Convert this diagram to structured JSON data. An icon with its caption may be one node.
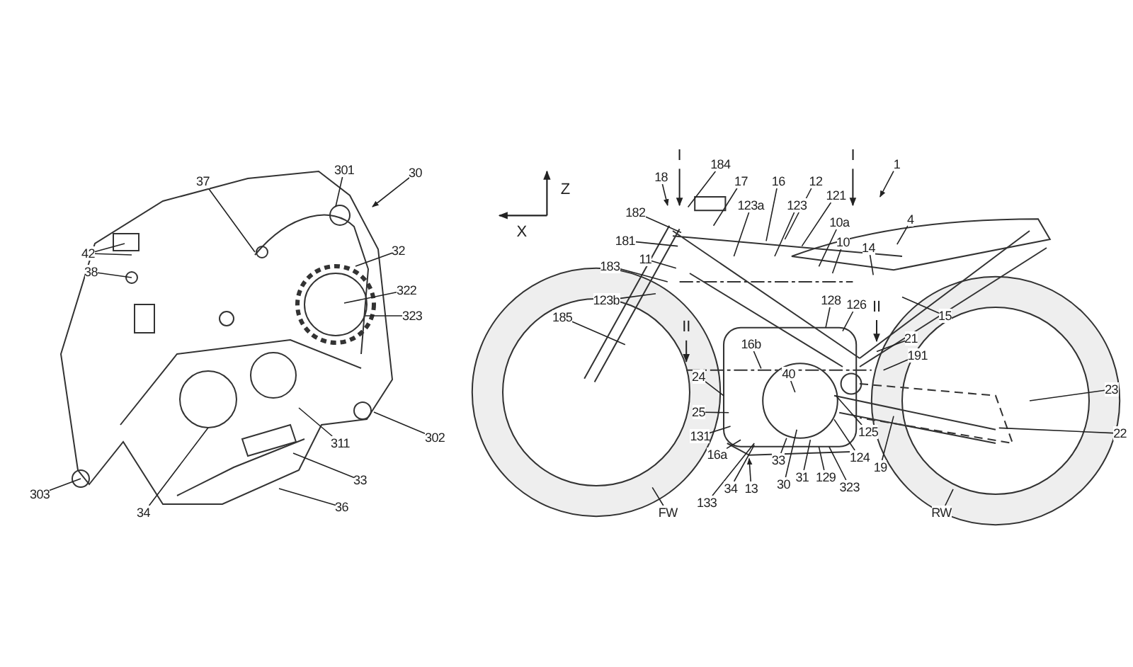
{
  "diagram": {
    "nodes": [
      {
        "text": [
          "37"
        ]
      },
      {
        "text": [
          "301"
        ]
      },
      {
        "text": [
          "30"
        ]
      },
      {
        "text": [
          "42"
        ]
      },
      {
        "text": [
          "38"
        ]
      },
      {
        "text": [
          "32"
        ]
      },
      {
        "text": [
          "322"
        ]
      },
      {
        "text": [
          "323"
        ]
      },
      {
        "text": [
          "302"
        ]
      },
      {
        "text": [
          "311"
        ]
      },
      {
        "text": [
          "33"
        ]
      },
      {
        "text": [
          "36"
        ]
      },
      {
        "text": [
          "303"
        ]
      },
      {
        "text": [
          "34"
        ]
      },
      {
        "text": [
          "184"
        ]
      },
      {
        "text": [
          "18"
        ]
      },
      {
        "text": [
          "17"
        ]
      },
      {
        "text": [
          "16"
        ]
      },
      {
        "text": [
          "12"
        ]
      },
      {
        "text": [
          "1"
        ]
      },
      {
        "text": [
          "121"
        ]
      },
      {
        "text": [
          "123a"
        ]
      },
      {
        "text": [
          "123"
        ]
      },
      {
        "text": [
          "182"
        ]
      },
      {
        "text": [
          "4"
        ]
      },
      {
        "text": [
          "10a"
        ]
      },
      {
        "text": [
          "10"
        ]
      },
      {
        "text": [
          "181"
        ]
      },
      {
        "text": [
          "14"
        ]
      },
      {
        "text": [
          "11"
        ]
      },
      {
        "text": [
          "183"
        ]
      },
      {
        "text": [
          "123b"
        ]
      },
      {
        "text": [
          "128"
        ]
      },
      {
        "text": [
          "126"
        ]
      },
      {
        "text": [
          "15"
        ]
      },
      {
        "text": [
          "185"
        ]
      },
      {
        "text": [
          "21"
        ]
      },
      {
        "text": [
          "16b"
        ]
      },
      {
        "text": [
          "191"
        ]
      },
      {
        "text": [
          "40"
        ]
      },
      {
        "text": [
          "24"
        ]
      },
      {
        "text": [
          "23"
        ]
      },
      {
        "text": [
          "25"
        ]
      },
      {
        "text": [
          "125"
        ]
      },
      {
        "text": [
          "22"
        ]
      },
      {
        "text": [
          "131"
        ]
      },
      {
        "text": [
          "16a"
        ]
      },
      {
        "text": [
          "124"
        ]
      },
      {
        "text": [
          "19"
        ]
      },
      {
        "text": [
          "33"
        ]
      },
      {
        "text": [
          "31"
        ]
      },
      {
        "text": [
          "129"
        ]
      },
      {
        "text": [
          "30"
        ]
      },
      {
        "text": [
          "323"
        ]
      },
      {
        "text": [
          "34"
        ]
      },
      {
        "text": [
          "13"
        ]
      },
      {
        "text": [
          "133"
        ]
      },
      {
        "text": [
          "FW"
        ]
      },
      {
        "text": [
          "RW"
        ]
      }
    ],
    "edges": [
      {
        "from": 0,
        "to": null,
        "arrow": "none"
      },
      {
        "from": 1,
        "to": null,
        "arrow": "none"
      },
      {
        "from": 2,
        "to": null,
        "arrow": "to"
      },
      {
        "from": 3,
        "to": null,
        "arrow": "none"
      },
      {
        "from": 3,
        "to": null,
        "arrow": "none"
      },
      {
        "from": 4,
        "to": null,
        "arrow": "none"
      },
      {
        "from": 5,
        "to": null,
        "arrow": "none"
      },
      {
        "from": 6,
        "to": null,
        "arrow": "none"
      },
      {
        "from": 7,
        "to": null,
        "arrow": "none"
      },
      {
        "from": 8,
        "to": null,
        "arrow": "none"
      },
      {
        "from": 9,
        "to": null,
        "arrow": "none"
      },
      {
        "from": 10,
        "to": null,
        "arrow": "none"
      },
      {
        "from": 11,
        "to": null,
        "arrow": "none"
      },
      {
        "from": 12,
        "to": null,
        "arrow": "none"
      },
      {
        "from": 13,
        "to": null,
        "arrow": "none"
      },
      {
        "from": 14,
        "to": null,
        "arrow": "none"
      },
      {
        "from": 15,
        "to": null,
        "arrow": "to"
      },
      {
        "from": 16,
        "to": null,
        "arrow": "none"
      },
      {
        "from": 17,
        "to": null,
        "arrow": "none"
      },
      {
        "from": 18,
        "to": null,
        "arrow": "none"
      },
      {
        "from": 19,
        "to": null,
        "arrow": "to"
      },
      {
        "from": 20,
        "to": null,
        "arrow": "none"
      },
      {
        "from": 21,
        "to": null,
        "arrow": "none"
      },
      {
        "from": 22,
        "to": null,
        "arrow": "none"
      },
      {
        "from": 23,
        "to": null,
        "arrow": "none"
      },
      {
        "from": 24,
        "to": null,
        "arrow": "none"
      },
      {
        "from": 25,
        "to": null,
        "arrow": "none"
      },
      {
        "from": 26,
        "to": null,
        "arrow": "none"
      },
      {
        "from": 27,
        "to": null,
        "arrow": "none"
      },
      {
        "from": 28,
        "to": null,
        "arrow": "none"
      },
      {
        "from": 29,
        "to": null,
        "arrow": "none"
      },
      {
        "from": 30,
        "to": null,
        "arrow": "none"
      },
      {
        "from": 31,
        "to": null,
        "arrow": "none"
      },
      {
        "from": 32,
        "to": null,
        "arrow": "none"
      },
      {
        "from": 33,
        "to": null,
        "arrow": "none"
      },
      {
        "from": 34,
        "to": null,
        "arrow": "none"
      },
      {
        "from": 35,
        "to": null,
        "arrow": "none"
      },
      {
        "from": 36,
        "to": null,
        "arrow": "none"
      },
      {
        "from": 37,
        "to": null,
        "arrow": "none"
      },
      {
        "from": 38,
        "to": null,
        "arrow": "none"
      },
      {
        "from": 39,
        "to": null,
        "arrow": "none"
      },
      {
        "from": 40,
        "to": null,
        "arrow": "none"
      },
      {
        "from": 41,
        "to": null,
        "arrow": "none"
      },
      {
        "from": 42,
        "to": null,
        "arrow": "none"
      },
      {
        "from": 43,
        "to": null,
        "arrow": "none"
      },
      {
        "from": 44,
        "to": null,
        "arrow": "none"
      },
      {
        "from": 45,
        "to": null,
        "arrow": "none"
      },
      {
        "from": 46,
        "to": null,
        "arrow": "none"
      },
      {
        "from": 47,
        "to": null,
        "arrow": "none"
      },
      {
        "from": 48,
        "to": null,
        "arrow": "none"
      },
      {
        "from": 49,
        "to": null,
        "arrow": "none"
      },
      {
        "from": 50,
        "to": null,
        "arrow": "none"
      },
      {
        "from": 51,
        "to": null,
        "arrow": "none"
      },
      {
        "from": 52,
        "to": null,
        "arrow": "none"
      },
      {
        "from": 53,
        "to": null,
        "arrow": "none"
      },
      {
        "from": 54,
        "to": null,
        "arrow": "none"
      },
      {
        "from": 55,
        "to": null,
        "arrow": "to"
      },
      {
        "from": 56,
        "to": null,
        "arrow": "none"
      },
      {
        "from": 57,
        "to": null,
        "arrow": "none"
      },
      {
        "from": 58,
        "to": null,
        "arrow": "none"
      }
    ],
    "labels": [
      "I",
      "I",
      "Z",
      "X",
      "II",
      "II"
    ]
  }
}
